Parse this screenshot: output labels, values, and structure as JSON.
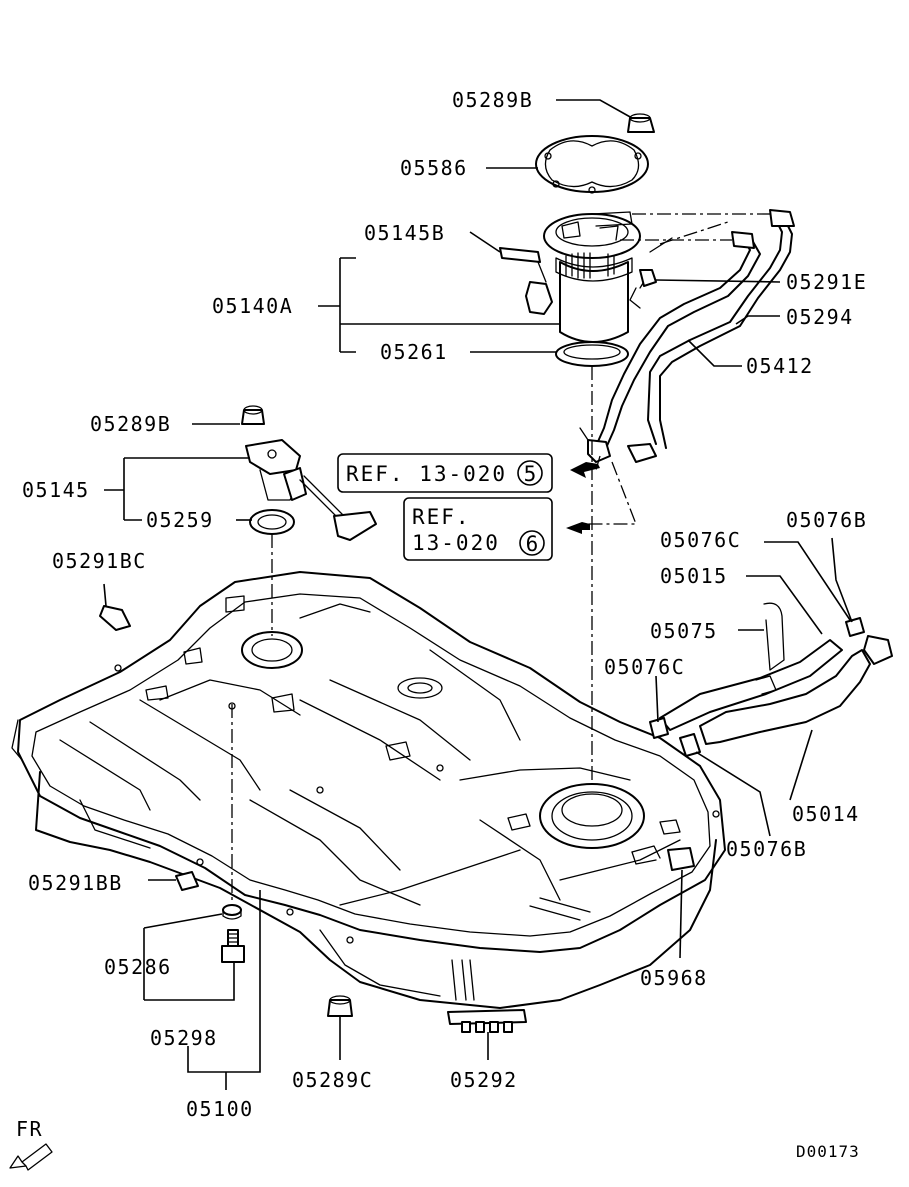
{
  "diagram": {
    "labels": [
      {
        "key": "l01",
        "text": "05289B"
      },
      {
        "key": "l02",
        "text": "05586"
      },
      {
        "key": "l03",
        "text": "05145B"
      },
      {
        "key": "l04",
        "text": "05291E"
      },
      {
        "key": "l05",
        "text": "05140A"
      },
      {
        "key": "l06",
        "text": "05294"
      },
      {
        "key": "l07",
        "text": "05261"
      },
      {
        "key": "l08",
        "text": "05412"
      },
      {
        "key": "l09",
        "text": "05289B"
      },
      {
        "key": "l10",
        "text": "05145"
      },
      {
        "key": "l11",
        "text": "05259"
      },
      {
        "key": "l12",
        "text": "05291BC"
      },
      {
        "key": "l13",
        "text": "05076B"
      },
      {
        "key": "l14",
        "text": "05076C"
      },
      {
        "key": "l15",
        "text": "05015"
      },
      {
        "key": "l16",
        "text": "05075"
      },
      {
        "key": "l17",
        "text": "05076C"
      },
      {
        "key": "l18",
        "text": "05014"
      },
      {
        "key": "l19",
        "text": "05076B"
      },
      {
        "key": "l20",
        "text": "05291BB"
      },
      {
        "key": "l21",
        "text": "05286"
      },
      {
        "key": "l22",
        "text": "05968"
      },
      {
        "key": "l23",
        "text": "05298"
      },
      {
        "key": "l24",
        "text": "05289C"
      },
      {
        "key": "l25",
        "text": "05292"
      },
      {
        "key": "l26",
        "text": "05100"
      }
    ],
    "references": [
      {
        "text": "REF. 13-020",
        "circled": "5"
      },
      {
        "line1": "REF.",
        "line2": "13-020",
        "circled": "6"
      }
    ],
    "direction_label": "FR",
    "drawing_code": "D00173"
  }
}
